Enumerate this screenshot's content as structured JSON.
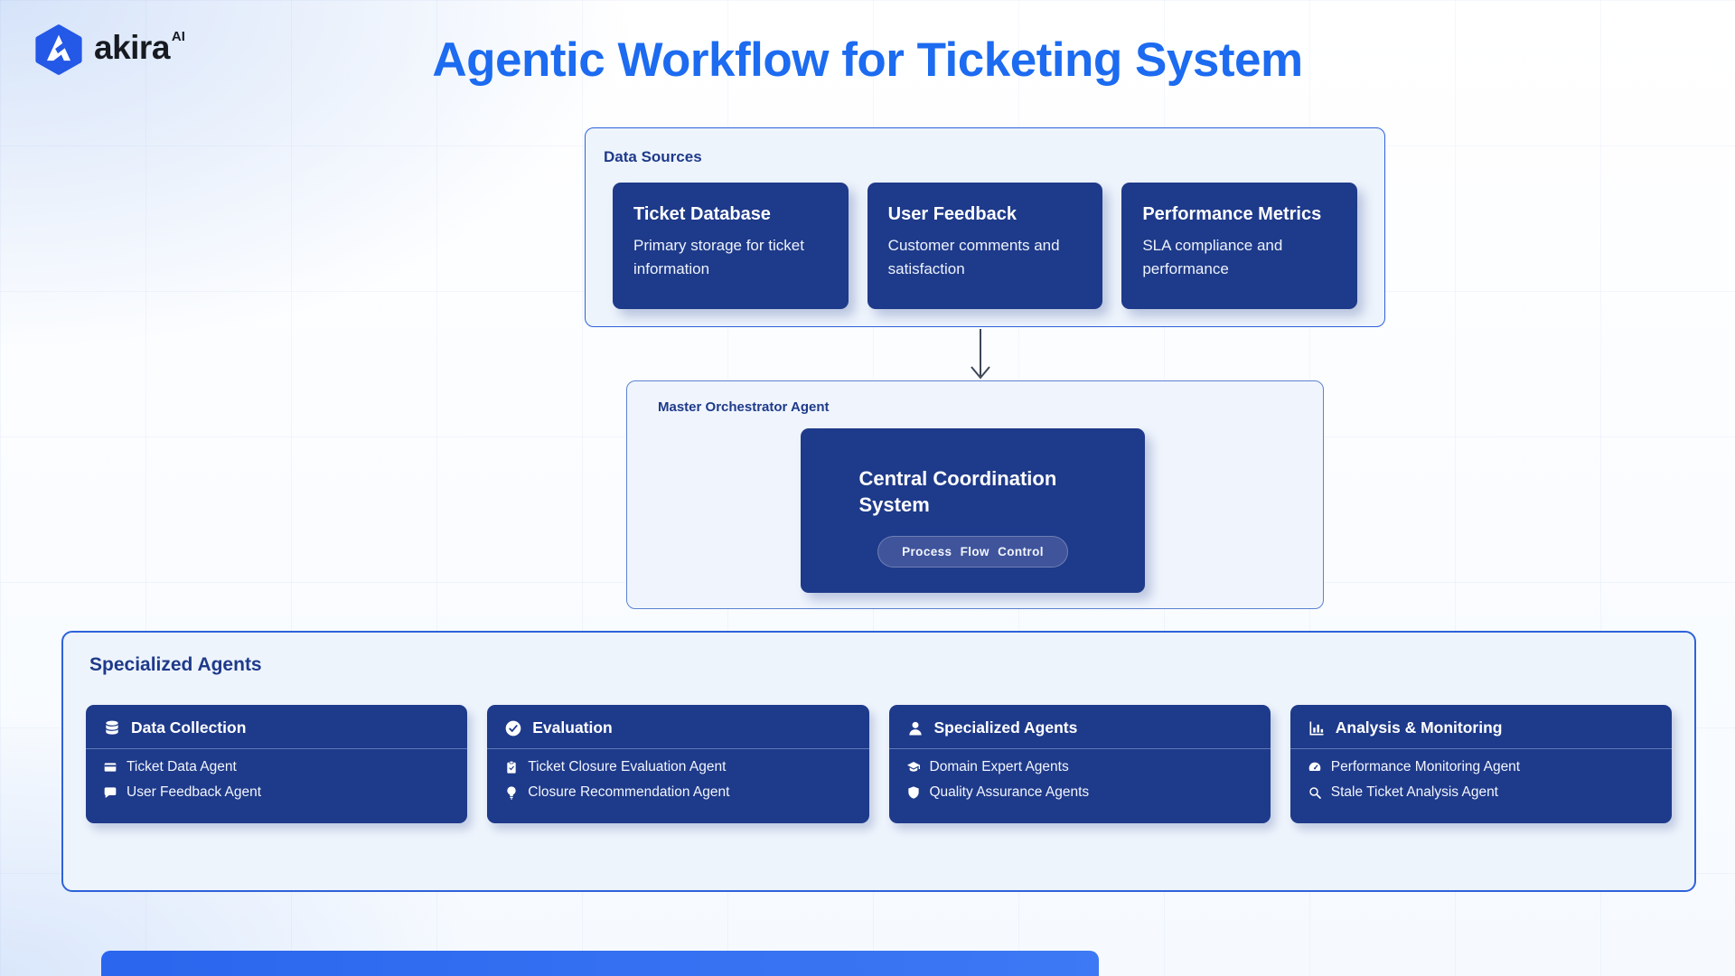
{
  "logo": {
    "brand": "akira",
    "suffix": "AI"
  },
  "page": {
    "title": "Agentic Workflow for Ticketing System"
  },
  "data_sources": {
    "label": "Data Sources",
    "cards": [
      {
        "title": "Ticket Database",
        "description": "Primary storage for ticket information"
      },
      {
        "title": "User Feedback",
        "description": "Customer comments and satisfaction"
      },
      {
        "title": "Performance Metrics",
        "description": "SLA compliance and performance"
      }
    ]
  },
  "orchestrator": {
    "label": "Master Orchestrator Agent",
    "card_title": "Central Coordination System",
    "badge": "Process Flow Control"
  },
  "specialized": {
    "label": "Specialized Agents",
    "cards": [
      {
        "title": "Data Collection",
        "icon": "database-icon",
        "items": [
          {
            "label": "Ticket Data Agent",
            "icon": "ticket-card-icon"
          },
          {
            "label": "User Feedback Agent",
            "icon": "chat-bubble-icon"
          }
        ]
      },
      {
        "title": "Evaluation",
        "icon": "check-circle-icon",
        "items": [
          {
            "label": "Ticket Closure Evaluation Agent",
            "icon": "clipboard-check-icon"
          },
          {
            "label": "Closure Recommendation Agent",
            "icon": "lightbulb-icon"
          }
        ]
      },
      {
        "title": "Specialized Agents",
        "icon": "person-icon",
        "items": [
          {
            "label": "Domain Expert Agents",
            "icon": "graduation-cap-icon"
          },
          {
            "label": "Quality Assurance Agents",
            "icon": "shield-icon"
          }
        ]
      },
      {
        "title": "Analysis & Monitoring",
        "icon": "bar-chart-icon",
        "items": [
          {
            "label": "Performance Monitoring Agent",
            "icon": "gauge-icon"
          },
          {
            "label": "Stale Ticket Analysis Agent",
            "icon": "magnifier-icon"
          }
        ]
      }
    ]
  },
  "colors": {
    "title_blue": "#1c6bf0",
    "card_navy": "#1e3a8a",
    "panel_bg": "#eef4fc",
    "panel_border": "#2e62d9",
    "label_navy": "#1e3a8a",
    "accent_bar": "#2f6df2"
  }
}
